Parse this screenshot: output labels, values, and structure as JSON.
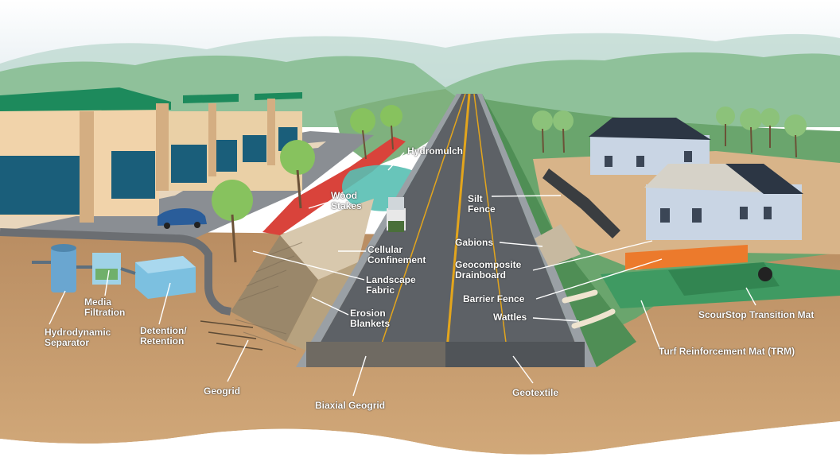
{
  "diagram": {
    "labels": {
      "hydromulch": "Hydromulch",
      "wood_stakes": "Wood\nStakes",
      "silt_fence": "Silt\nFence",
      "gabions": "Gabions",
      "cellular_confinement": "Cellular\nConfinement",
      "geocomposite_drainboard": "Geocomposite\nDrainboard",
      "landscape_fabric": "Landscape\nFabric",
      "barrier_fence": "Barrier Fence",
      "erosion_blankets": "Erosion\nBlankets",
      "wattles": "Wattles",
      "media_filtration": "Media\nFiltration",
      "hydrodynamic_separator": "Hydrodynamic\nSeparator",
      "detention_retention": "Detention/\nRetention",
      "geogrid": "Geogrid",
      "biaxial_geogrid": "Biaxial Geogrid",
      "geotextile": "Geotextile",
      "scourstop_transition_mat": "ScourStop Transition Mat",
      "turf_reinforcement_mat": "Turf Reinforcement Mat (TRM)"
    },
    "colors": {
      "sky": "#dfe9ee",
      "far_hills": "#8fc19a",
      "grass": "#6aa56d",
      "soil": "#c49a6c",
      "road": "#5d6166",
      "road_center_line": "#e3a51c",
      "mulch_red": "#d9433b",
      "hydromulch_teal": "#58bfb3",
      "building_wall": "#f1d3aa",
      "building_roof": "#1d8a5c",
      "house_wall": "#c9d5e4",
      "house_roof": "#2c3644",
      "barrier_fence_orange": "#ec7a2c",
      "trm_green": "#3f9a62"
    }
  }
}
